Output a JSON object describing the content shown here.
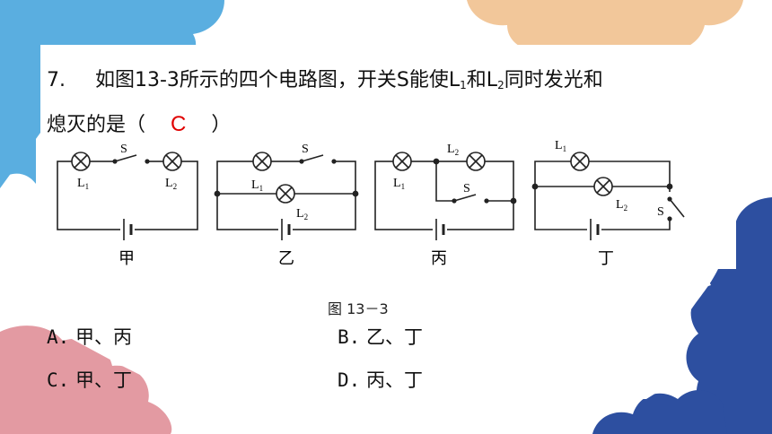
{
  "question": {
    "number": "7.",
    "line1_a": "如图13-3所示的四个电路图，开关S能使L",
    "line1_sub1": "1",
    "line1_b": "和L",
    "line1_sub2": "2",
    "line1_c": "同时发光和",
    "line2_a": "熄灭的是（",
    "answer": "C",
    "line2_b": "）"
  },
  "circuits": {
    "labels": [
      "甲",
      "乙",
      "丙",
      "丁"
    ],
    "lamp1": "L",
    "lamp2": "L",
    "sub1": "1",
    "sub2": "2",
    "switch": "S"
  },
  "figure_caption": "图 13－3",
  "options": [
    {
      "letter": "A.",
      "text": "甲、丙"
    },
    {
      "letter": "B.",
      "text": "乙、丁"
    },
    {
      "letter": "C.",
      "text": "甲、丁"
    },
    {
      "letter": "D.",
      "text": "丙、丁"
    }
  ],
  "colors": {
    "accent": "#e00000",
    "cloud_blue": "#5aaee0",
    "cloud_peach": "#f2c79a",
    "cloud_navy": "#2d4fa0",
    "cloud_pink": "#e39aa2"
  }
}
